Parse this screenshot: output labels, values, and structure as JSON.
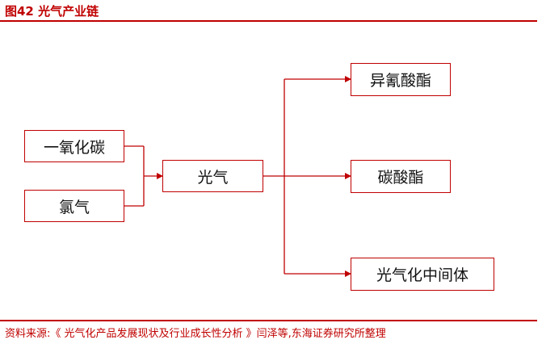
{
  "figure": {
    "title": "图42  光气产业链",
    "source": "资料来源:《 光气化产品发展现状及行业成长性分析 》闫泽等,东海证券研究所整理"
  },
  "diagram": {
    "inputs": [
      "一氧化碳",
      "氯气"
    ],
    "center": "光气",
    "outputs": [
      "异氰酸酯",
      "碳酸酯",
      "光气化中间体"
    ]
  },
  "colors": {
    "accent": "#c00000",
    "text": "#111111"
  }
}
